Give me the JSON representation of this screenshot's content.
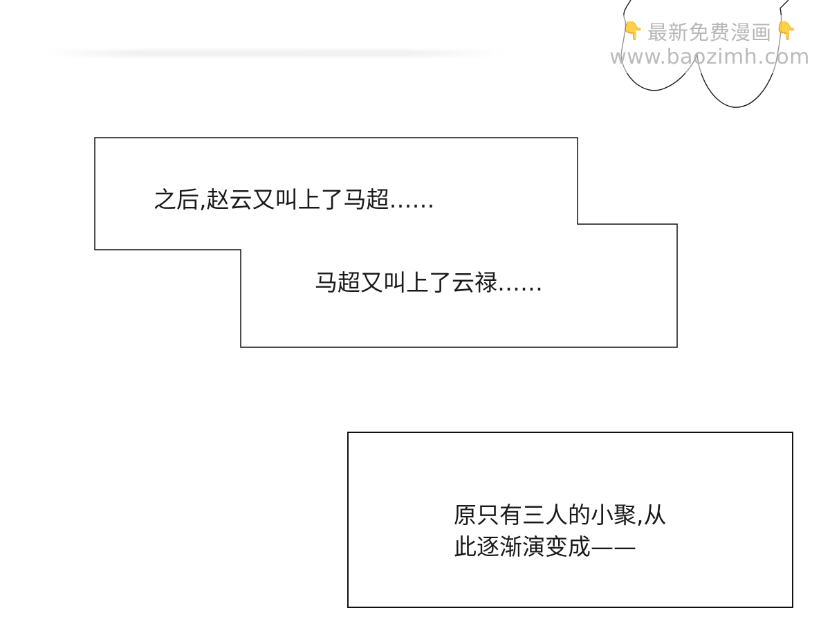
{
  "watermark": {
    "line1": "最新免费漫画",
    "line2": "www.baozimh.com",
    "left_icon": "pointing-down-hand-icon",
    "right_icon": "pointing-down-hand-icon"
  },
  "captions": {
    "first": "之后,赵云又叫上了马超……",
    "second": "马超又叫上了云禄……",
    "third_line1": "原只有三人的小聚,从",
    "third_line2": "此逐渐演变成——"
  },
  "colors": {
    "background": "#ffffff",
    "border": "#111111",
    "text": "#1a1a1a",
    "watermark_text": "#aaaaaa",
    "watermark_icon": "#f0b43c"
  }
}
